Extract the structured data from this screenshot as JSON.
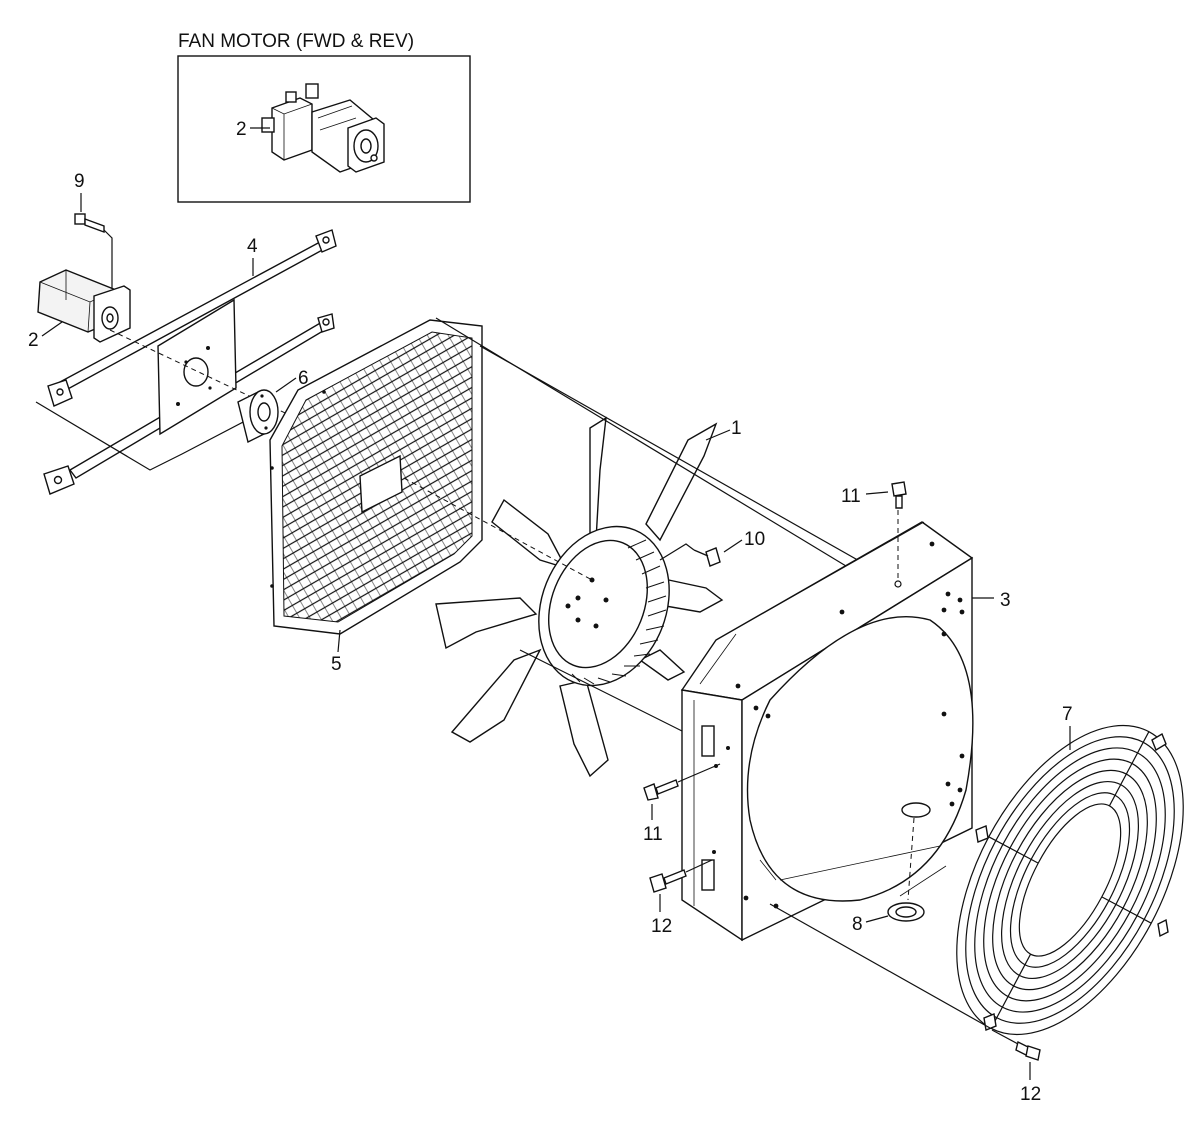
{
  "inset": {
    "title": "FAN MOTOR (FWD & REV)"
  },
  "callouts": {
    "c1": "1",
    "c2_inset": "2",
    "c2": "2",
    "c3": "3",
    "c4": "4",
    "c5": "5",
    "c6": "6",
    "c7": "7",
    "c8": "8",
    "c9": "9",
    "c10": "10",
    "c11_top": "11",
    "c11_left": "11",
    "c12_left": "12",
    "c12_bottom": "12"
  }
}
